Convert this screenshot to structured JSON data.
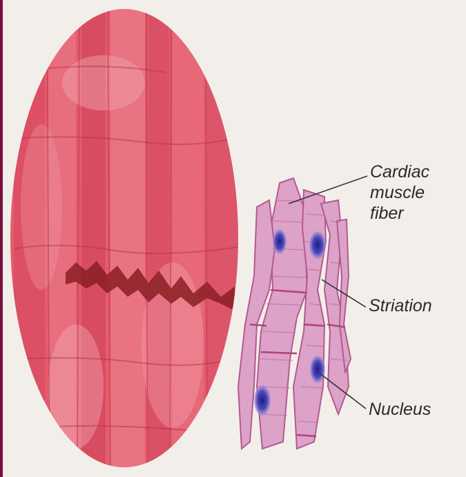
{
  "labels": {
    "cardiac_fiber": [
      "Cardiac",
      "muscle",
      "fiber"
    ],
    "striation": "Striation",
    "nucleus": "Nucleus"
  },
  "colors": {
    "micrograph": "#e0586a",
    "fiber_fill": "#dba0c8",
    "fiber_outline": "#b85a92",
    "nucleus": "#2a2a9a",
    "leader": "#333333",
    "background": "#f2efea"
  }
}
